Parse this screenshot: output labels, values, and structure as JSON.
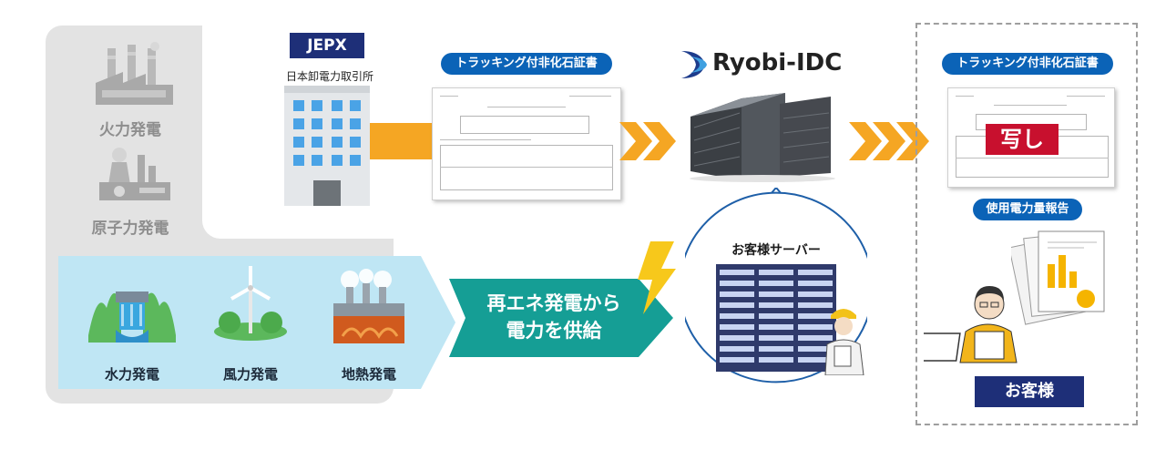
{
  "plants": {
    "thermal": "火力発電",
    "nuclear": "原子力発電"
  },
  "renewables": {
    "hydro": "水力発電",
    "wind": "風力発電",
    "geothermal": "地熱発電"
  },
  "jepx": {
    "badge": "JEPX",
    "caption": "日本卸電力取引所"
  },
  "certificate": {
    "label": "トラッキング付非化石証書",
    "label_right": "トラッキング付非化石証書",
    "copy_stamp": "写し"
  },
  "supply_banner": {
    "line1": "再エネ発電から",
    "line2": "電力を供給"
  },
  "ryobi": {
    "logo_text": "Ryobi-IDC"
  },
  "customer_server": {
    "label": "お客様サーバー"
  },
  "customer": {
    "report_label": "使用電力量報告",
    "label": "お客様"
  },
  "colors": {
    "pill_blue": "#0b63b7",
    "navy": "#1e2f78",
    "orange_arrow": "#f5a623",
    "teal_banner": "#159e95",
    "light_blue_area": "#bfe6f4",
    "stamp_red": "#c8102e"
  }
}
